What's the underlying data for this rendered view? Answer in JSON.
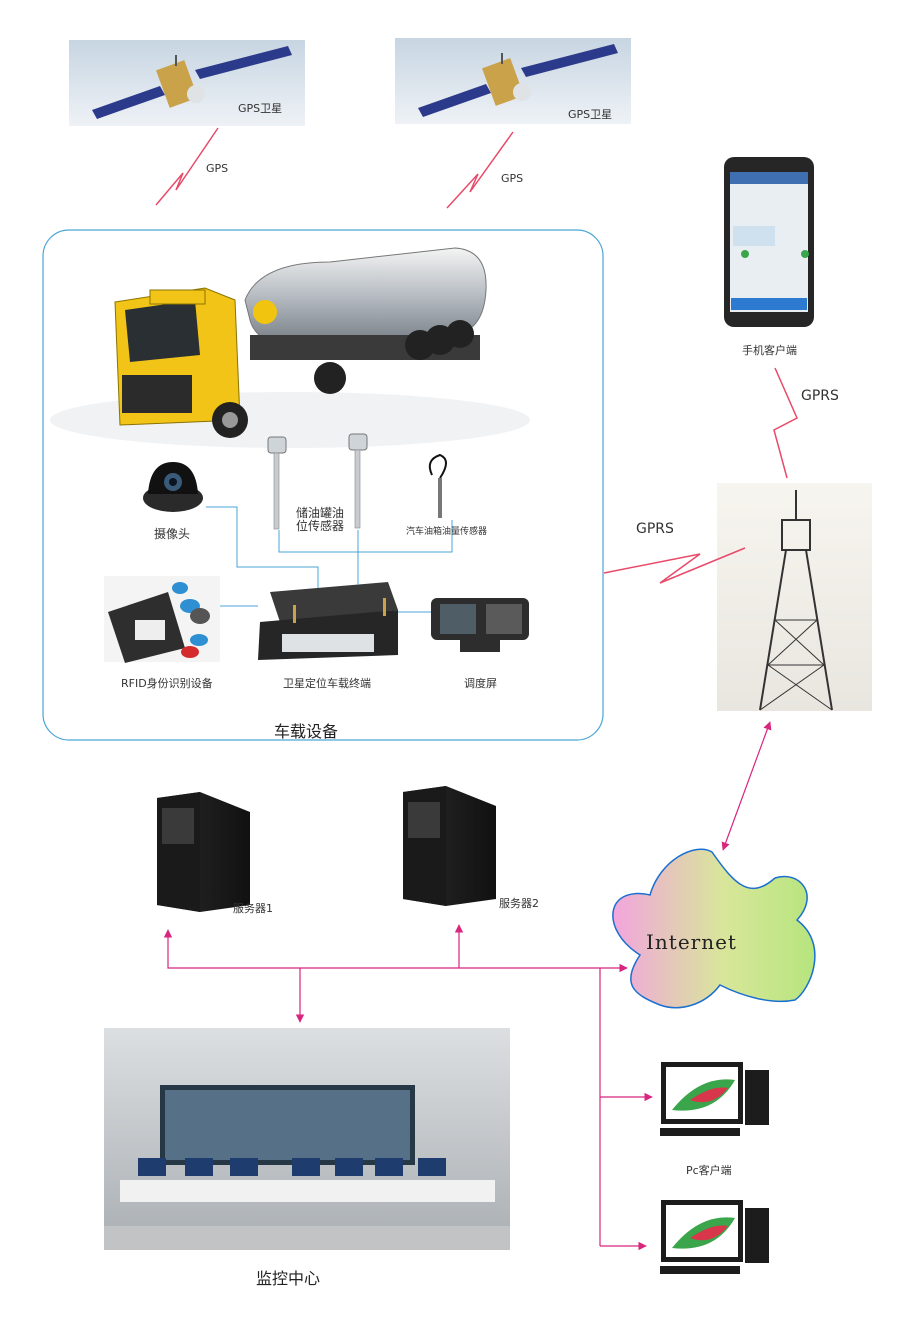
{
  "satellites": [
    {
      "label": "GPS卫星"
    },
    {
      "label": "GPS卫星"
    }
  ],
  "links": {
    "gps_left": "GPS",
    "gps_right": "GPS",
    "gprs_phone": "GPRS",
    "gprs_tower": "GPRS"
  },
  "vehicle_box": {
    "title": "车载设备",
    "camera": "摄像头",
    "tank_sensor": "储油罐油\n位传感器",
    "fuel_sensor": "汽车油箱油量传感器",
    "rfid": "RFID身份识别设备",
    "terminal": "卫星定位车载终端",
    "dispatch_screen": "调度屏"
  },
  "mobile_client": {
    "label": "手机客户端"
  },
  "servers": [
    {
      "label": "服务器1"
    },
    {
      "label": "服务器2"
    }
  ],
  "internet": {
    "label": "Internet"
  },
  "monitor_center": {
    "label": "监控中心"
  },
  "pc_client": {
    "label": "Pc客户端"
  },
  "colors": {
    "box_border": "#4aa6d6",
    "link_zigzag": "#e84a6a",
    "network_arrows": "#d8257e"
  }
}
